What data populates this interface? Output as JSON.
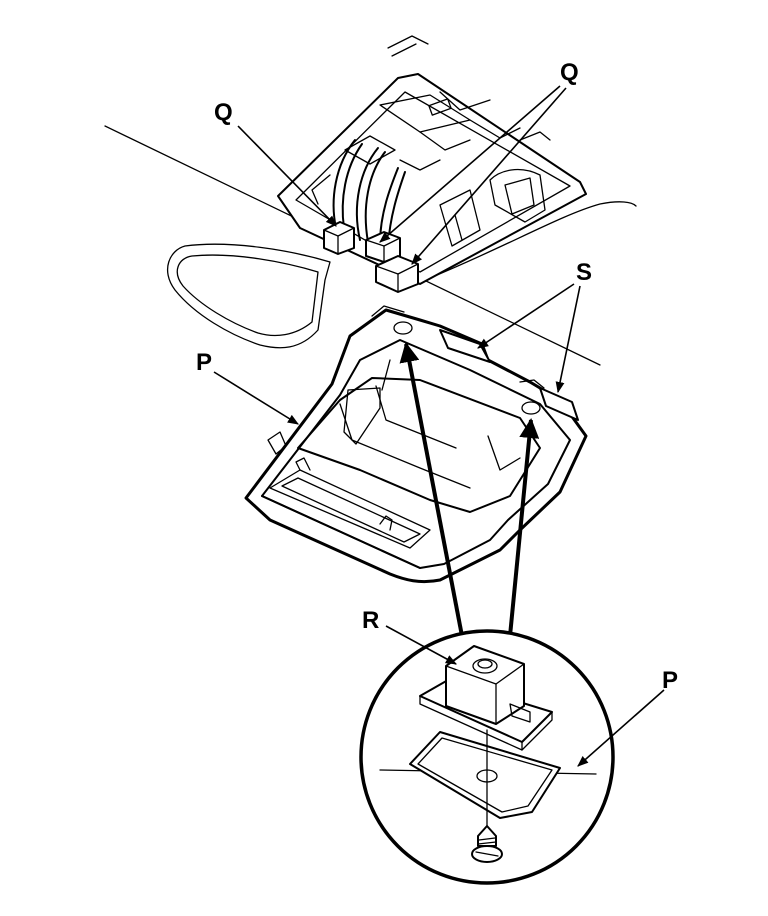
{
  "labels": {
    "q_left": "Q",
    "q_right": "Q",
    "s": "S",
    "p_upper": "P",
    "r": "R",
    "p_lower": "P"
  }
}
